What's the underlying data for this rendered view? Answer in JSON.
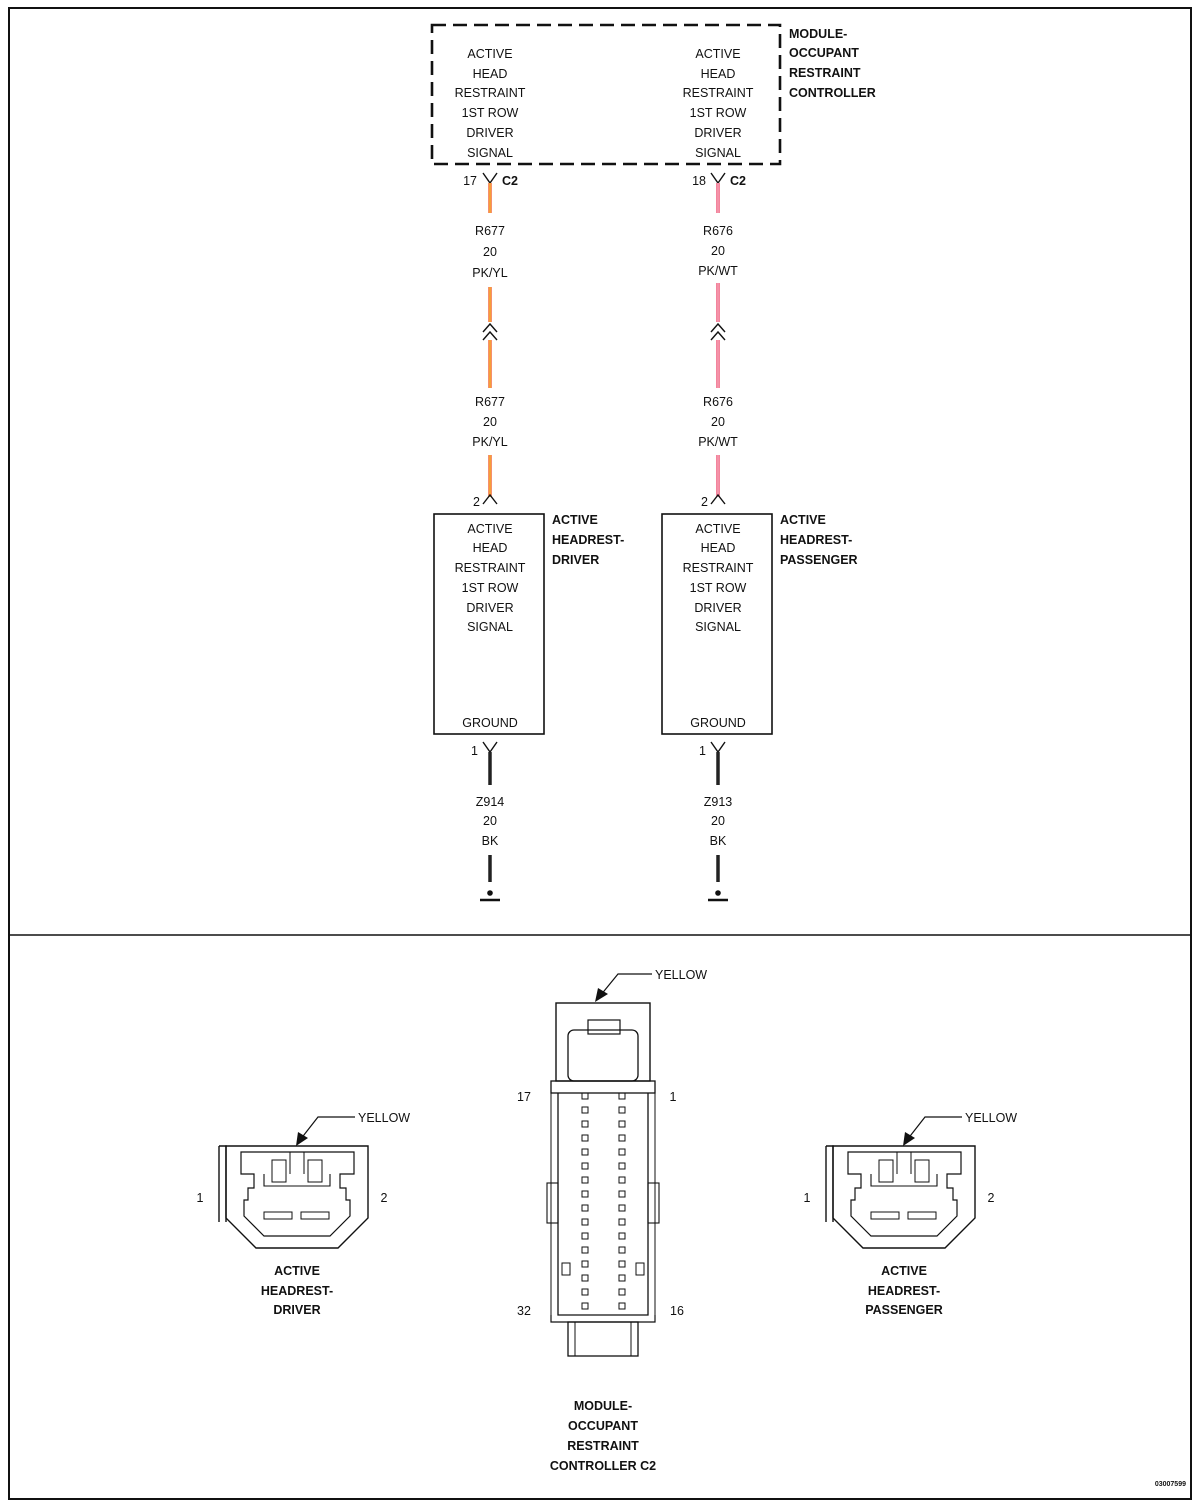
{
  "module": {
    "title": [
      "MODULE-",
      "OCCUPANT",
      "RESTRAINT",
      "CONTROLLER"
    ],
    "left_signal": [
      "ACTIVE",
      "HEAD",
      "RESTRAINT",
      "1ST ROW",
      "DRIVER",
      "SIGNAL"
    ],
    "right_signal": [
      "ACTIVE",
      "HEAD",
      "RESTRAINT",
      "1ST ROW",
      "DRIVER",
      "SIGNAL"
    ]
  },
  "circuits": [
    {
      "pin_top": "17",
      "connector": "C2",
      "wire_upper": [
        "R677",
        "20",
        "PK/YL"
      ],
      "wire_lower": [
        "R677",
        "20",
        "PK/YL"
      ],
      "wire_color": "#f26a3a",
      "wire_stripe": "#f7c23a",
      "device_pin_top": "2",
      "device_pin_bottom": "1",
      "device_lines": [
        "ACTIVE",
        "HEAD",
        "RESTRAINT",
        "1ST ROW",
        "DRIVER",
        "SIGNAL"
      ],
      "device_ground": "GROUND",
      "device_title": [
        "ACTIVE",
        "HEADREST-",
        "DRIVER"
      ],
      "ground_wire": [
        "Z914",
        "20",
        "BK"
      ],
      "ground_color": "#222222"
    },
    {
      "pin_top": "18",
      "connector": "C2",
      "wire_upper": [
        "R676",
        "20",
        "PK/WT"
      ],
      "wire_lower": [
        "R676",
        "20",
        "PK/WT"
      ],
      "wire_color": "#ef5a7a",
      "wire_stripe": "#f7b8c6",
      "device_pin_top": "2",
      "device_pin_bottom": "1",
      "device_lines": [
        "ACTIVE",
        "HEAD",
        "RESTRAINT",
        "1ST ROW",
        "DRIVER",
        "SIGNAL"
      ],
      "device_ground": "GROUND",
      "device_title": [
        "ACTIVE",
        "HEADREST-",
        "PASSENGER"
      ],
      "ground_wire": [
        "Z913",
        "20",
        "BK"
      ],
      "ground_color": "#222222"
    }
  ],
  "connector_views": {
    "driver": {
      "color_label": "YELLOW",
      "pin_left": "1",
      "pin_right": "2",
      "title": [
        "ACTIVE",
        "HEADREST-",
        "DRIVER"
      ]
    },
    "module_c2": {
      "color_label": "YELLOW",
      "pin_17": "17",
      "pin_1": "1",
      "pin_32": "32",
      "pin_16": "16",
      "title": [
        "MODULE-",
        "OCCUPANT",
        "RESTRAINT",
        "CONTROLLER C2"
      ]
    },
    "passenger": {
      "color_label": "YELLOW",
      "pin_left": "1",
      "pin_right": "2",
      "title": [
        "ACTIVE",
        "HEADREST-",
        "PASSENGER"
      ]
    }
  },
  "figure_id": "03007599"
}
